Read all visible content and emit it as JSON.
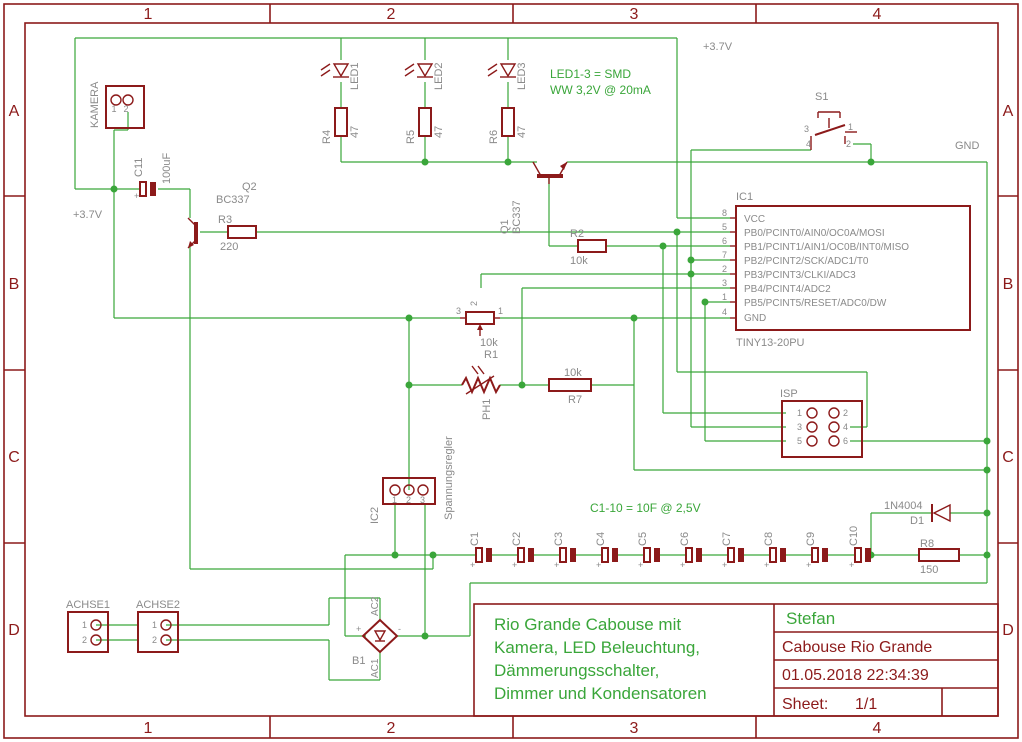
{
  "frame": {
    "columns": [
      "1",
      "2",
      "3",
      "4"
    ],
    "rows": [
      "A",
      "B",
      "C",
      "D"
    ]
  },
  "supply": {
    "vcc_top": "+3.7V",
    "vcc_left": "+3.7V",
    "gnd": "GND"
  },
  "notes": {
    "led_note_1": "LED1-3 = SMD",
    "led_note_2": "WW 3,2V @ 20mA",
    "cap_note": "C1-10 = 10F @ 2,5V"
  },
  "parts": {
    "kamera": "KAMERA",
    "c11": "C11",
    "c11_value": "100uF",
    "q2": "Q2",
    "q2_type": "BC337",
    "r3": "R3",
    "r3_value": "220",
    "leds": [
      "LED1",
      "LED2",
      "LED3"
    ],
    "r4": "R4",
    "r5": "R5",
    "r6": "R6",
    "r_led_value": "47",
    "q1": "Q1",
    "q1_type": "BC337",
    "r2": "R2",
    "r2_value": "10k",
    "s1": "S1",
    "ic1": "IC1",
    "ic1_value": "TINY13-20PU",
    "r1": "R1",
    "r1_value": "10k",
    "ph1": "PH1",
    "r7": "R7",
    "r7_value": "10k",
    "isp": "ISP",
    "ic2": "IC2",
    "ic2_value": "Spannungsregler",
    "caps": [
      "C1",
      "C2",
      "C3",
      "C4",
      "C5",
      "C6",
      "C7",
      "C8",
      "C9",
      "C10"
    ],
    "d1": "D1",
    "d1_value": "1N4004",
    "r8": "R8",
    "r8_value": "150",
    "achse1": "ACHSE1",
    "achse2": "ACHSE2",
    "b1": "B1",
    "b1_ac2": "AC2",
    "b1_ac1": "AC1"
  },
  "ic1_pins": [
    {
      "num": "8",
      "name": "VCC"
    },
    {
      "num": "5",
      "name": "PB0/PCINT0/AIN0/OC0A/MOSI"
    },
    {
      "num": "6",
      "name": "PB1/PCINT1/AIN1/OC0B/INT0/MISO"
    },
    {
      "num": "7",
      "name": "PB2/PCINT2/SCK/ADC1/T0"
    },
    {
      "num": "2",
      "name": "PB3/PCINT3/CLKI/ADC3"
    },
    {
      "num": "3",
      "name": "PB4/PCINT4/ADC2"
    },
    {
      "num": "1",
      "name": "PB5/PCINT5/RESET/ADC0/DW"
    },
    {
      "num": "4",
      "name": "GND"
    }
  ],
  "title_block": {
    "title_lines": [
      "Rio Grande Cabouse mit",
      "Kamera, LED Beleuchtung,",
      "Dämmerungsschalter,",
      "Dimmer und Kondensatoren"
    ],
    "author": "Stefan",
    "project": "Cabouse Rio Grande",
    "date": "01.05.2018 22:34:39",
    "sheet_label": "Sheet:",
    "sheet_value": "1/1"
  }
}
